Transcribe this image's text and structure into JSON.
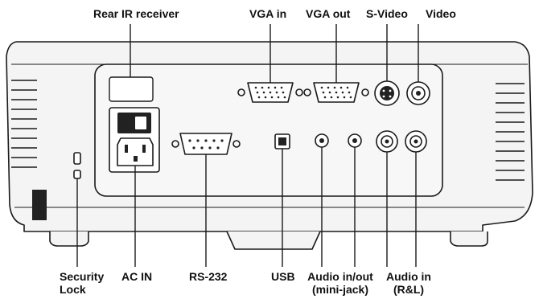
{
  "labels": {
    "rear_ir_receiver": "Rear IR receiver",
    "vga_in": "VGA in",
    "vga_out": "VGA out",
    "s_video": "S-Video",
    "video": "Video",
    "security_lock_line1": "Security",
    "security_lock_line2": "Lock",
    "ac_in": "AC IN",
    "rs232": "RS-232",
    "usb": "USB",
    "audio_inout_line1": "Audio in/out",
    "audio_inout_line2": "(mini-jack)",
    "audio_in_line1": "Audio in",
    "audio_in_line2": "(R&L)"
  },
  "colors": {
    "line": "#1a1a1a",
    "body_fill": "#f4f4f4",
    "panel_fill": "#f7f7f7",
    "dark_fill": "#222222",
    "label_text": "#111111"
  }
}
